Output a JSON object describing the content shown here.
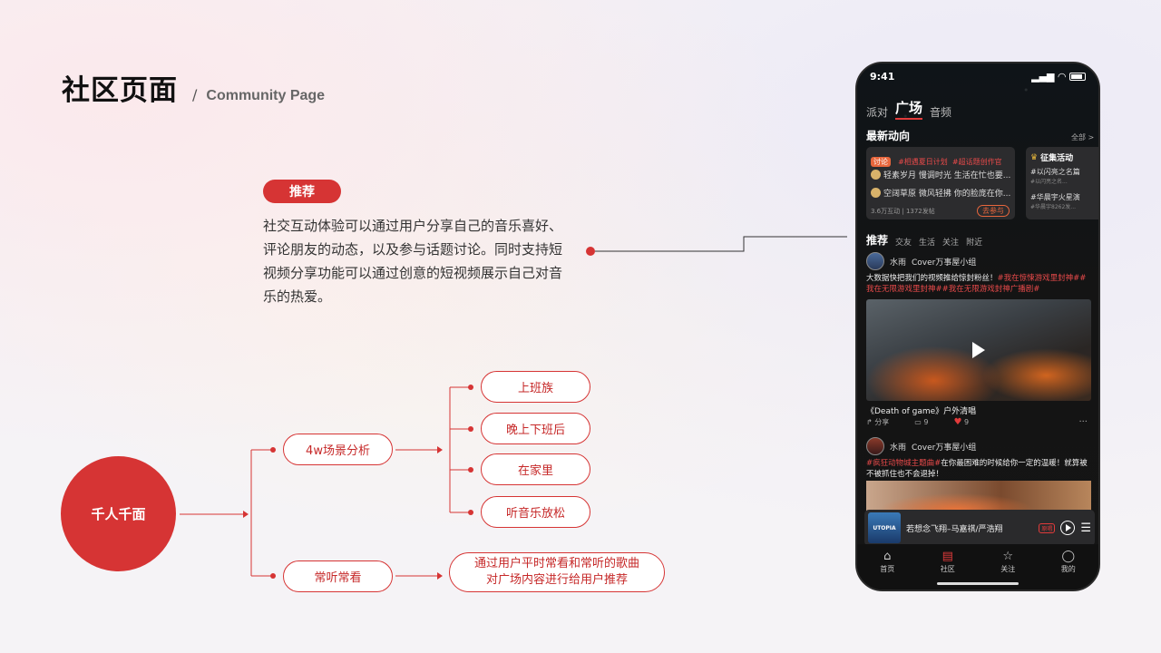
{
  "header": {
    "title_cn": "社区页面",
    "separator": "/",
    "title_en": "Community Page"
  },
  "feature": {
    "tag": "推荐",
    "description": "社交互动体验可以通过用户分享自己的音乐喜好、评论朋友的动态，以及参与话题讨论。同时支持短视频分享功能可以通过创意的短视频展示自己对音乐的热爱。"
  },
  "diagram": {
    "root": "千人千面",
    "branch1": "4w场景分析",
    "branch2": "常听常看",
    "scenes": [
      "上班族",
      "晚上下班后",
      "在家里",
      "听音乐放松"
    ],
    "branch2_result": "通过用户平时常看和常听的歌曲对广场内容进行给用户推荐"
  },
  "phone": {
    "status": {
      "time": "9:41"
    },
    "topnav": {
      "tab1": "派对",
      "tab2": "广场",
      "tab3": "音频"
    },
    "latest": {
      "title": "最新动向",
      "all": "全部 >"
    },
    "card1": {
      "tag": "讨论",
      "hash1": "#相遇夏日计划",
      "hash2": "#超话题创作官",
      "row1": "轻素岁月  慢调时光  生活在忙也要...",
      "row2": "空阔草原  微风轻拂  你的脸庞在你...",
      "stats": "3.6万互动 | 1372发帖",
      "join": "去参与"
    },
    "card2": {
      "title": "征集活动",
      "item1": "#以闪亮之名篇",
      "item1_sub": "#以闪亮之名...",
      "item2": "#华晨宇火星演",
      "item2_sub": "#华晨宇8262发..."
    },
    "subtabs": {
      "t1": "推荐",
      "t2": "交友",
      "t3": "生活",
      "t4": "关注",
      "t5": "附近"
    },
    "post1": {
      "user": "水雨",
      "group": "Cover万事屋小组",
      "text": "大数据快把我们的视频推给惊封粉丝！",
      "hashes": "#我在惊悚游戏里封神##我在无限游戏里封神##我在无限游戏封神广播剧#",
      "video_title": "《Death of game》户外清唱",
      "share": "分享",
      "comments": "9",
      "likes": "9"
    },
    "post2": {
      "user": "水雨",
      "group": "Cover万事屋小组",
      "hash": "#疯狂动物城主题曲#",
      "text": "在你最困难的时候给你一定的温暖！就算被不被抓住也不会退掉！"
    },
    "player": {
      "cover_text": "UTOPIA",
      "song": "若想念飞翔–马嘉祺/严浩翔",
      "badge": "原唱"
    },
    "tabbar": {
      "home": "首页",
      "square": "社区",
      "follow": "关注",
      "mine": "我的"
    }
  }
}
